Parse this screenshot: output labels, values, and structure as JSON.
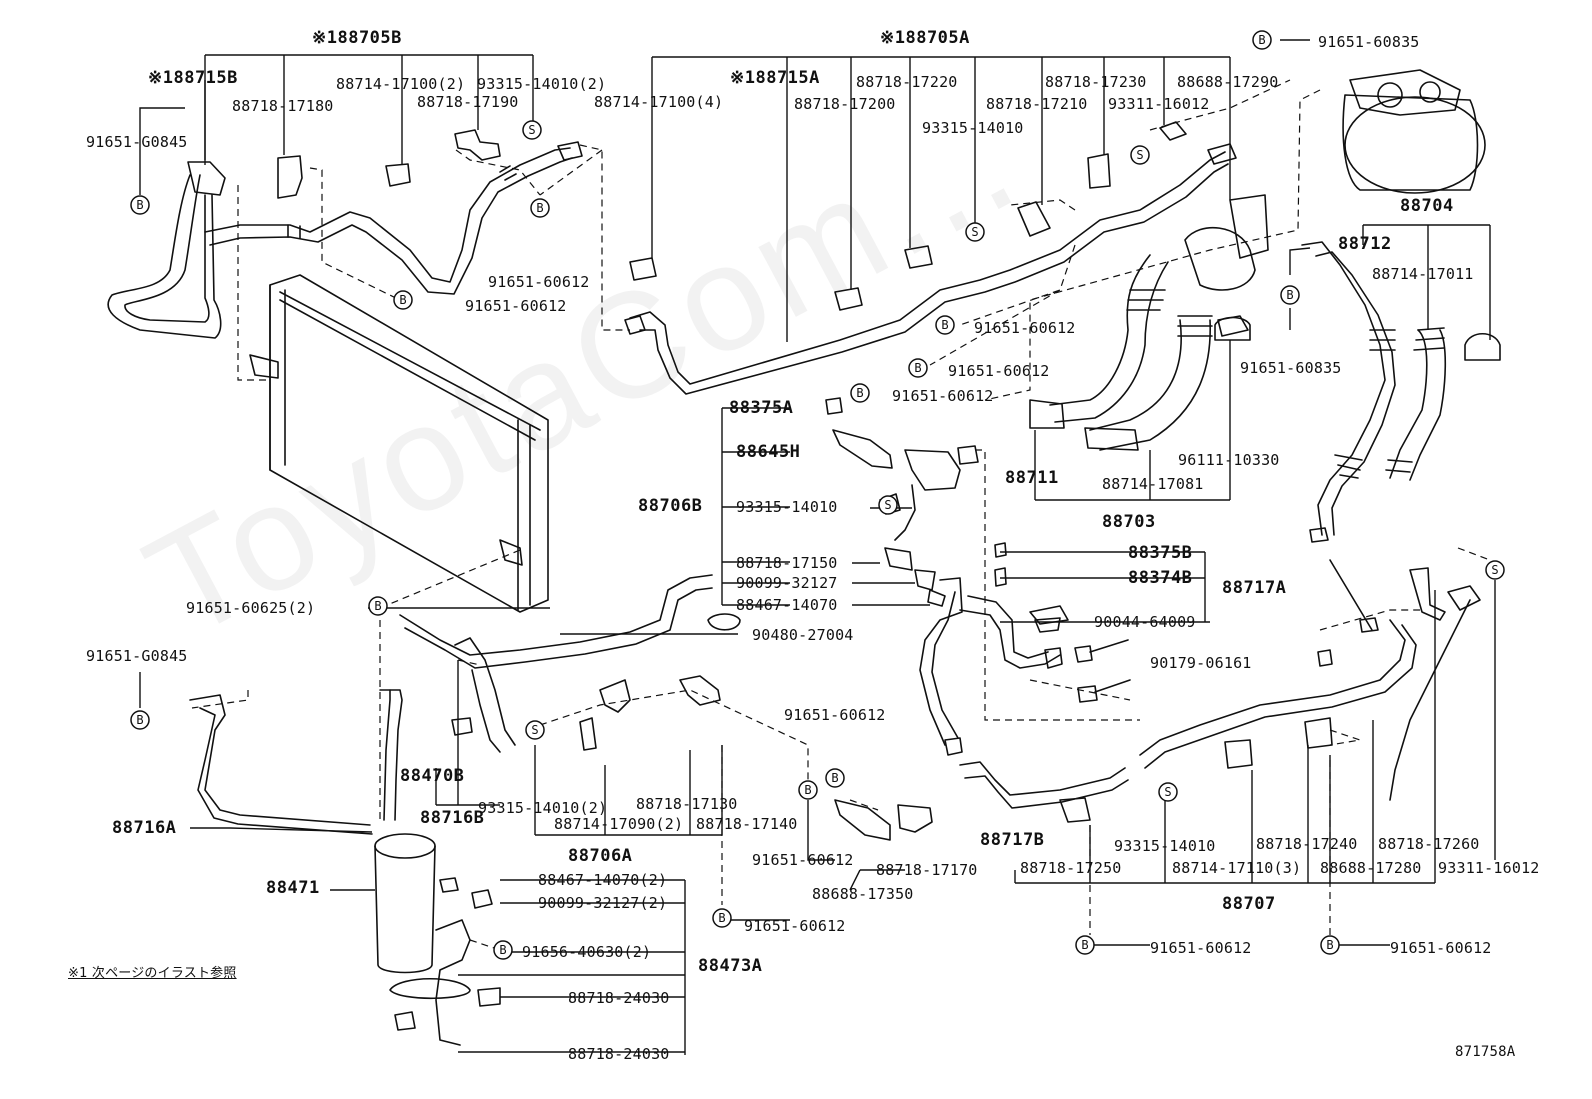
{
  "diagram": {
    "watermark": "ToyotaCom...",
    "figure_code": "871758A",
    "footnote": "※1 次ページのイラスト参照"
  },
  "labels": {
    "grp_188705B": "※188705B",
    "grp_188715B": "※188715B",
    "p88718_17180": "88718-17180",
    "p88714_17100_2": "88714-17100(2)",
    "p93315_14010_2_top": "93315-14010(2)",
    "p88718_17190": "88718-17190",
    "p91651_G0845_top": "91651-G0845",
    "p91651_60612_a": "91651-60612",
    "p91651_60612_b": "91651-60612",
    "grp_188705A": "※188705A",
    "grp_188715A": "※188715A",
    "p88714_17100_4": "88714-17100(4)",
    "p88718_17220": "88718-17220",
    "p88718_17200": "88718-17200",
    "p93315_14010_mid": "93315-14010",
    "p88718_17230": "88718-17230",
    "p88718_17210": "88718-17210",
    "p88688_17290": "88688-17290",
    "p93311_16012_top": "93311-16012",
    "p91651_60835_top": "91651-60835",
    "p91651_60612_c": "91651-60612",
    "p91651_60612_d": "91651-60612",
    "p91651_60612_e": "91651-60612",
    "p88704": "88704",
    "p88712": "88712",
    "p88714_17011": "88714-17011",
    "p91651_60835_mid": "91651-60835",
    "p88711": "88711",
    "p88714_17081": "88714-17081",
    "p96111_10330": "96111-10330",
    "p88703": "88703",
    "p88375A": "88375A",
    "p88645H": "88645H",
    "p88706B": "88706B",
    "p93315_14010_c": "93315-14010",
    "p88718_17150": "88718-17150",
    "p90099_32127": "90099-32127",
    "p88467_14070": "88467-14070",
    "p90480_27004": "90480-27004",
    "p88375B": "88375B",
    "p88374B": "88374B",
    "p88717A": "88717A",
    "p90044_64009": "90044-64009",
    "p90179_06161": "90179-06161",
    "p91651_60625_2": "91651-60625(2)",
    "p91651_G0845_low": "91651-G0845",
    "p88716A": "88716A",
    "p88470B": "88470B",
    "p88716B": "88716B",
    "p93315_14010_2_low": "93315-14010(2)",
    "p88718_17130": "88718-17130",
    "p88714_17090_2": "88714-17090(2)",
    "p88718_17140": "88718-17140",
    "p88706A": "88706A",
    "p91651_60612_f": "91651-60612",
    "p91651_60612_g": "91651-60612",
    "p88718_17170": "88718-17170",
    "p88688_17350": "88688-17350",
    "p91651_60612_h": "91651-60612",
    "p88471": "88471",
    "p88467_14070_2": "88467-14070(2)",
    "p90099_32127_2": "90099-32127(2)",
    "p91656_40630_2": "91656-40630(2)",
    "p88473A": "88473A",
    "p88718_24030_a": "88718-24030",
    "p88718_24030_b": "88718-24030",
    "p88717B": "88717B",
    "p88718_17250": "88718-17250",
    "p93315_14010_r": "93315-14010",
    "p88714_17110_3": "88714-17110(3)",
    "p88718_17240": "88718-17240",
    "p88688_17280": "88688-17280",
    "p88718_17260": "88718-17260",
    "p93311_16012_low": "93311-16012",
    "p88707": "88707",
    "p91651_60612_i": "91651-60612",
    "p91651_60612_j": "91651-60612"
  },
  "symbols": {
    "bolt": "B",
    "screw": "S"
  }
}
